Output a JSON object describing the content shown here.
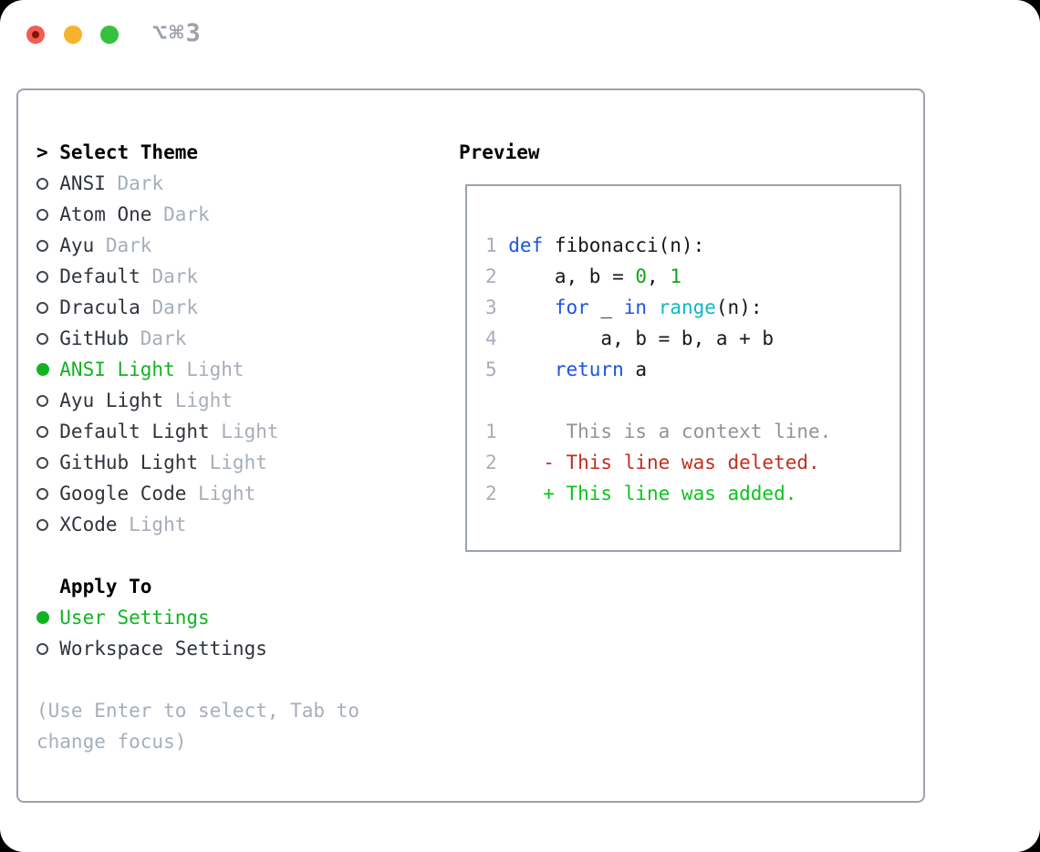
{
  "window": {
    "shortcut": "⌥⌘3"
  },
  "theme_selector": {
    "marker": ">",
    "title": "Select Theme",
    "items": [
      {
        "name": "ANSI",
        "variant": "Dark",
        "selected": false
      },
      {
        "name": "Atom One",
        "variant": "Dark",
        "selected": false
      },
      {
        "name": "Ayu",
        "variant": "Dark",
        "selected": false
      },
      {
        "name": "Default",
        "variant": "Dark",
        "selected": false
      },
      {
        "name": "Dracula",
        "variant": "Dark",
        "selected": false
      },
      {
        "name": "GitHub",
        "variant": "Dark",
        "selected": false
      },
      {
        "name": "ANSI Light",
        "variant": "Light",
        "selected": true
      },
      {
        "name": "Ayu Light",
        "variant": "Light",
        "selected": false
      },
      {
        "name": "Default Light",
        "variant": "Light",
        "selected": false
      },
      {
        "name": "GitHub Light",
        "variant": "Light",
        "selected": false
      },
      {
        "name": "Google Code",
        "variant": "Light",
        "selected": false
      },
      {
        "name": "XCode",
        "variant": "Light",
        "selected": false
      }
    ]
  },
  "apply_to": {
    "title": "Apply To",
    "options": [
      {
        "label": "User Settings",
        "selected": true
      },
      {
        "label": "Workspace Settings",
        "selected": false
      }
    ]
  },
  "hint_lines": [
    "(Use Enter to select, Tab to",
    "change focus)"
  ],
  "preview": {
    "title": "Preview",
    "code_lines": [
      {
        "num": "1",
        "tokens": [
          {
            "text": "def",
            "style": "keyword"
          },
          {
            "text": " fibonacci(n):",
            "style": "plain"
          }
        ]
      },
      {
        "num": "2",
        "tokens": [
          {
            "text": "    a, b = ",
            "style": "plain"
          },
          {
            "text": "0",
            "style": "number"
          },
          {
            "text": ", ",
            "style": "plain"
          },
          {
            "text": "1",
            "style": "number"
          }
        ]
      },
      {
        "num": "3",
        "tokens": [
          {
            "text": "    ",
            "style": "plain"
          },
          {
            "text": "for",
            "style": "keyword"
          },
          {
            "text": " _ ",
            "style": "plain"
          },
          {
            "text": "in",
            "style": "keyword"
          },
          {
            "text": " ",
            "style": "plain"
          },
          {
            "text": "range",
            "style": "builtin"
          },
          {
            "text": "(n):",
            "style": "plain"
          }
        ]
      },
      {
        "num": "4",
        "tokens": [
          {
            "text": "        a, b = b, a + b",
            "style": "plain"
          }
        ]
      },
      {
        "num": "5",
        "tokens": [
          {
            "text": "    ",
            "style": "plain"
          },
          {
            "text": "return",
            "style": "keyword"
          },
          {
            "text": " a",
            "style": "plain"
          }
        ]
      },
      {
        "num": "",
        "tokens": []
      },
      {
        "num": "1",
        "tokens": [
          {
            "text": "     This is a context line.",
            "style": "context"
          }
        ]
      },
      {
        "num": "2",
        "tokens": [
          {
            "text": "   - This line was deleted.",
            "style": "deleted"
          }
        ]
      },
      {
        "num": "2",
        "tokens": [
          {
            "text": "   + This line was added.",
            "style": "added"
          }
        ]
      }
    ]
  },
  "colors": {
    "accent_green": "#12b321",
    "keyword_blue": "#1c55dd",
    "builtin_cyan": "#10b7c6",
    "number_green": "#10a615",
    "context_gray": "#8d949c",
    "deleted_red": "#c22f1d",
    "added_green": "#0cc41d",
    "muted": "#a6aeb9",
    "text_dark": "#2f343b",
    "code_text": "#15181c",
    "border": "#9aa3ae",
    "tl_red": "#f25d52",
    "tl_red_dot": "#7d160d",
    "tl_yellow": "#f7b32b",
    "tl_green": "#33c13e",
    "shortcut_gray": "#9ba2aa"
  }
}
